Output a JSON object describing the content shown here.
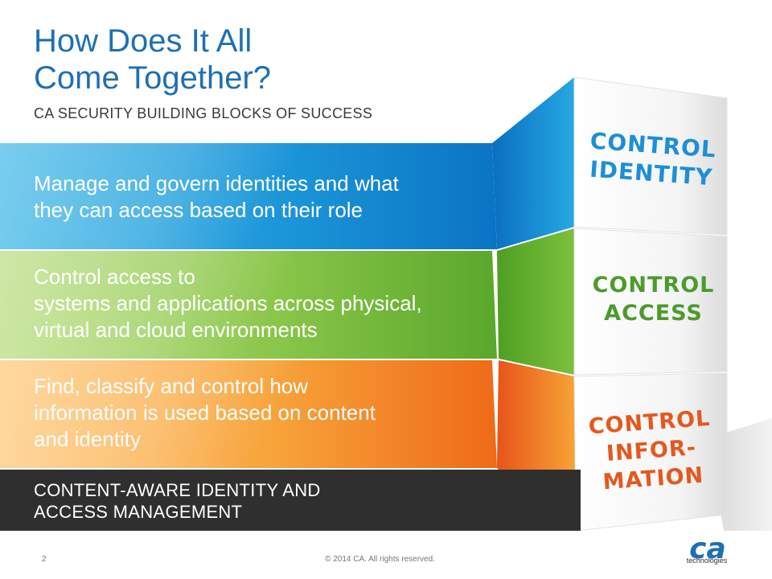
{
  "slide": {
    "title_line1": "How Does It All",
    "title_line2": "Come Together?",
    "subtitle": "CA SECURITY BUILDING BLOCKS OF SUCCESS"
  },
  "bands": {
    "identity": {
      "line1": "Manage and govern identities and what",
      "line2": "they can access based on their role"
    },
    "access": {
      "line1": "Control access to",
      "line2": "systems and applications across physical,",
      "line3": "virtual and cloud environments"
    },
    "information": {
      "line1": "Find, classify and control how",
      "line2": "information is used based on content",
      "line3": "and identity"
    },
    "foundation": {
      "line1": "CONTENT-AWARE IDENTITY AND",
      "line2": "ACCESS MANAGEMENT"
    }
  },
  "blocks": {
    "identity": {
      "line1": "CONTROL",
      "line2": "IDENTITY",
      "color": "#1c8fd6"
    },
    "access": {
      "line1": "CONTROL",
      "line2": "ACCESS",
      "color": "#4c9b2c"
    },
    "information": {
      "line1": "CONTROL",
      "line2": "INFOR-",
      "line3": "MATION",
      "color": "#e4581e"
    }
  },
  "footer": {
    "page_number": "2",
    "copyright": "© 2014 CA. All rights reserved.",
    "logo_mark": "ca",
    "logo_tagline": "technologies"
  }
}
